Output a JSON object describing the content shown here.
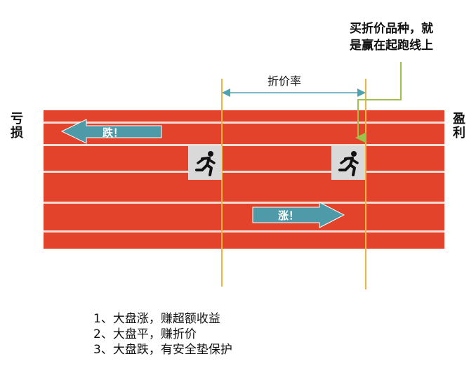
{
  "left_side_label": [
    "亏",
    "损"
  ],
  "right_side_label": [
    "盈",
    "利"
  ],
  "callout_lines": [
    "买折价品种，就",
    "是赢在起跑线上"
  ],
  "discount_rate_label": "折价率",
  "arrow_down": {
    "label": "跌！",
    "color": "#4e9aa8"
  },
  "arrow_up": {
    "label": "涨！",
    "color": "#4e9aa8"
  },
  "runner_icon": "running-person-icon",
  "notes": [
    "1、大盘涨，赚超额收益",
    "2、大盘平，赚折价",
    "3、大盘跌，有安全垫保护"
  ],
  "colors": {
    "track": "#e2432a",
    "guide_line": "#f0b43c",
    "dimension_line": "#4ea3b0",
    "callout_line": "#9cc24a"
  }
}
